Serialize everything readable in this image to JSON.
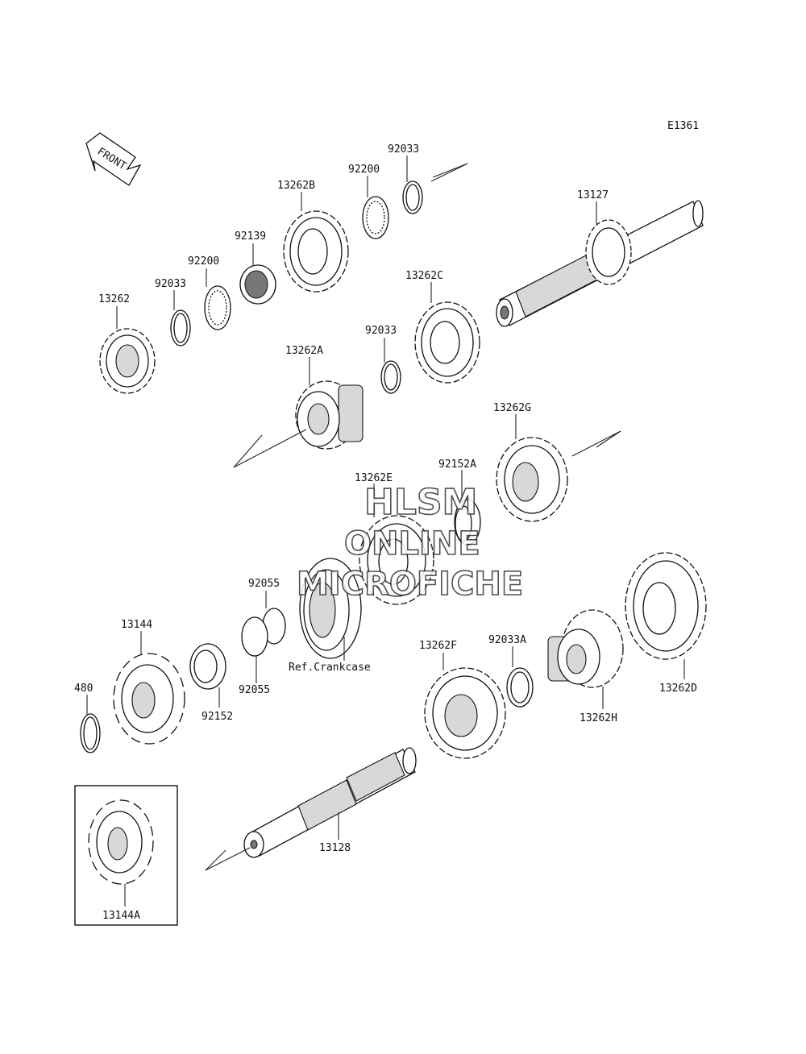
{
  "diagram_code": "E1361",
  "front_label": "FRONT",
  "reference_label": "Ref.Crankcase",
  "watermark": {
    "line1": "HLSM",
    "line2": "ONLINE",
    "line3": "MICROFICHE"
  },
  "parts": {
    "p13262": "13262",
    "p92033_a1": "92033",
    "p92200_a1": "92200",
    "p92139": "92139",
    "p13262B": "13262B",
    "p92200_a2": "92200",
    "p92033_a2": "92033",
    "p13127": "13127",
    "p13262C": "13262C",
    "p92033_a3": "92033",
    "p13262A": "13262A",
    "p13262G": "13262G",
    "p92152A": "92152A",
    "p13262E": "13262E",
    "p92055_1": "92055",
    "p13144": "13144",
    "p480": "480",
    "p92152": "92152",
    "p92055_2": "92055",
    "p13262F": "13262F",
    "p92033A": "92033A",
    "p13262H": "13262H",
    "p13262D": "13262D",
    "p13128": "13128",
    "p13144A": "13144A"
  }
}
